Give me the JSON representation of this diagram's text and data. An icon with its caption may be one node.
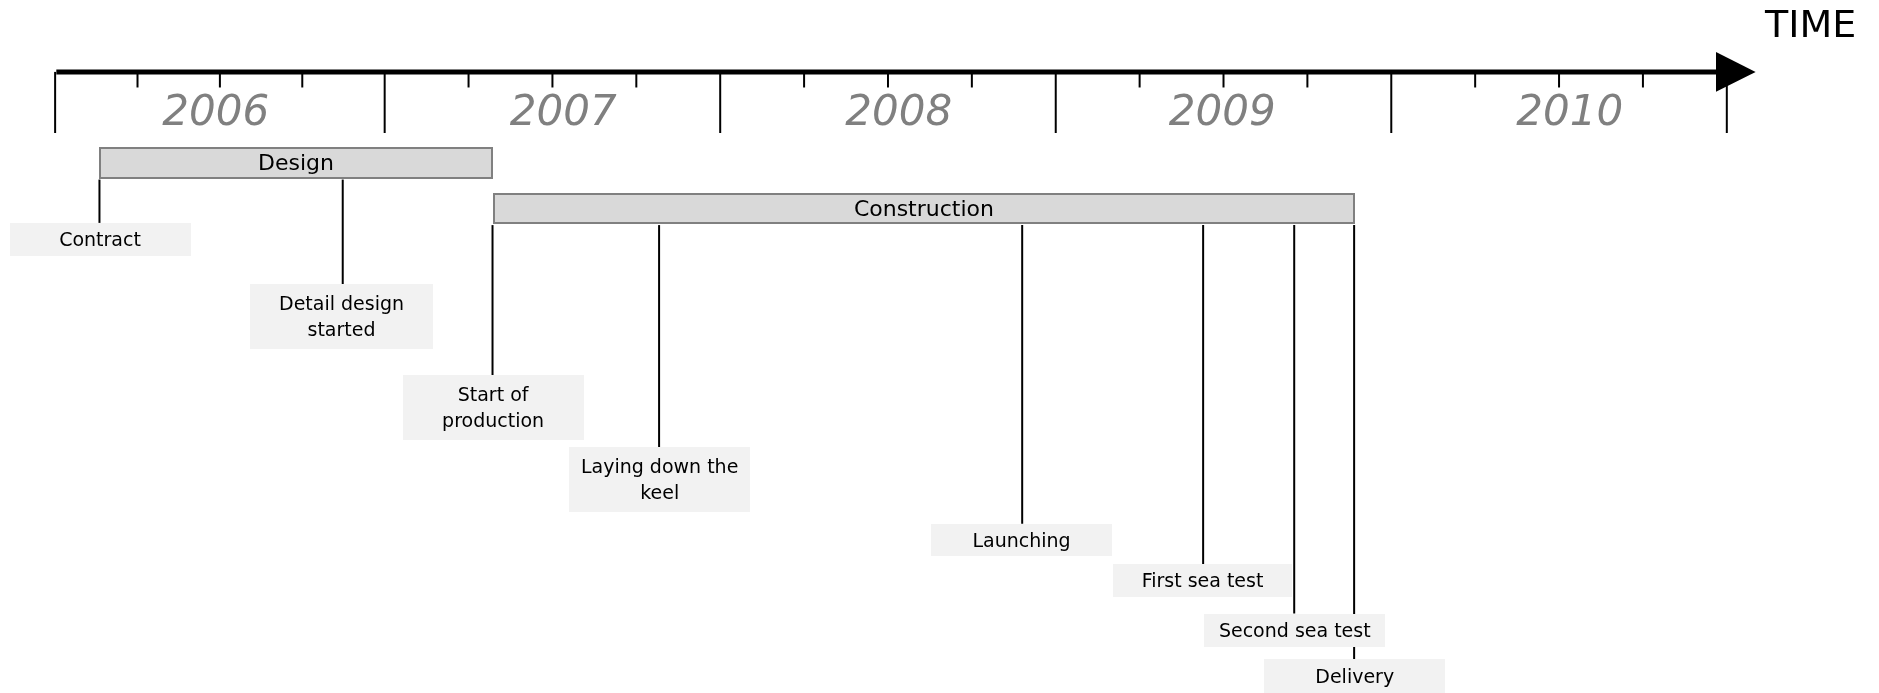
{
  "diagram": {
    "nodes": [
      {
        "text": [
          "Design"
        ]
      },
      {
        "text": [
          "Construction"
        ]
      },
      {
        "text": [
          "Contract"
        ]
      },
      {
        "text": [
          "Detail  design started"
        ]
      },
      {
        "text": [
          "Start of production"
        ]
      },
      {
        "text": [
          "Laying down the keel"
        ]
      },
      {
        "text": [
          "Launching"
        ]
      },
      {
        "text": [
          "First  sea test"
        ]
      },
      {
        "text": [
          "Second sea test"
        ]
      },
      {
        "text": [
          "Delivery"
        ]
      }
    ],
    "edges": [
      {
        "from": 2,
        "to": 0,
        "arrow": "none"
      },
      {
        "from": 3,
        "to": 0,
        "arrow": "none"
      },
      {
        "from": 4,
        "to": 1,
        "arrow": "none"
      },
      {
        "from": 5,
        "to": 1,
        "arrow": "none"
      },
      {
        "from": 6,
        "to": 1,
        "arrow": "none"
      },
      {
        "from": 7,
        "to": 1,
        "arrow": "none"
      },
      {
        "from": 8,
        "to": 1,
        "arrow": "none"
      },
      {
        "from": 9,
        "to": 1,
        "arrow": "none"
      }
    ],
    "labels": [
      "TIME",
      "2006",
      "2007",
      "2008",
      "2009",
      "2010"
    ]
  }
}
